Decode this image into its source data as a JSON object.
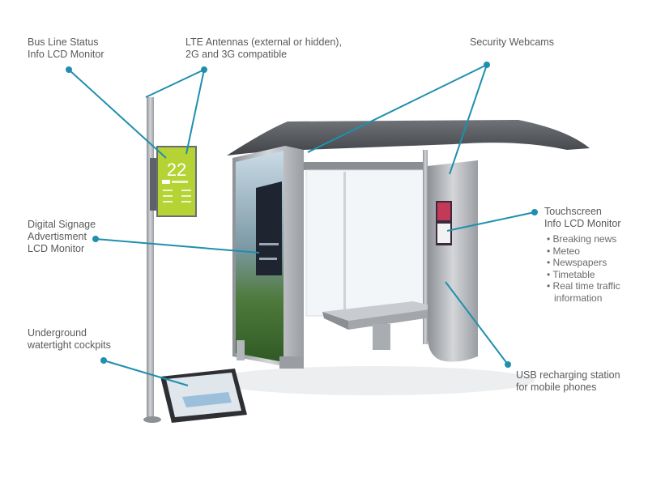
{
  "callouts": {
    "bus_line": {
      "line1": "Bus Line Status",
      "line2": "Info LCD Monitor"
    },
    "lte": {
      "line1": "LTE Antennas (external or hidden),",
      "line2": "2G and 3G compatible"
    },
    "webcams": {
      "line1": "Security Webcams"
    },
    "touchscreen": {
      "line1": "Touchscreen",
      "line2": "Info LCD Monitor",
      "bullets": [
        "Breaking news",
        "Meteo",
        "Newspapers",
        "Timetable",
        "Real time traffic"
      ],
      "bullet_cont": "information"
    },
    "signage": {
      "line1": "Digital Signage",
      "line2": "Advertisment",
      "line3": "LCD Monitor"
    },
    "cockpits": {
      "line1": "Underground",
      "line2": "watertight cockpits"
    },
    "usb": {
      "line1": "USB recharging station",
      "line2": "for mobile phones"
    }
  },
  "pole_monitor": {
    "route_number": "22"
  },
  "colors": {
    "callout_line": "#1f8fae",
    "monitor_green": "#b5d334",
    "text": "#5a5a5a",
    "steel": "#a9acb0"
  }
}
